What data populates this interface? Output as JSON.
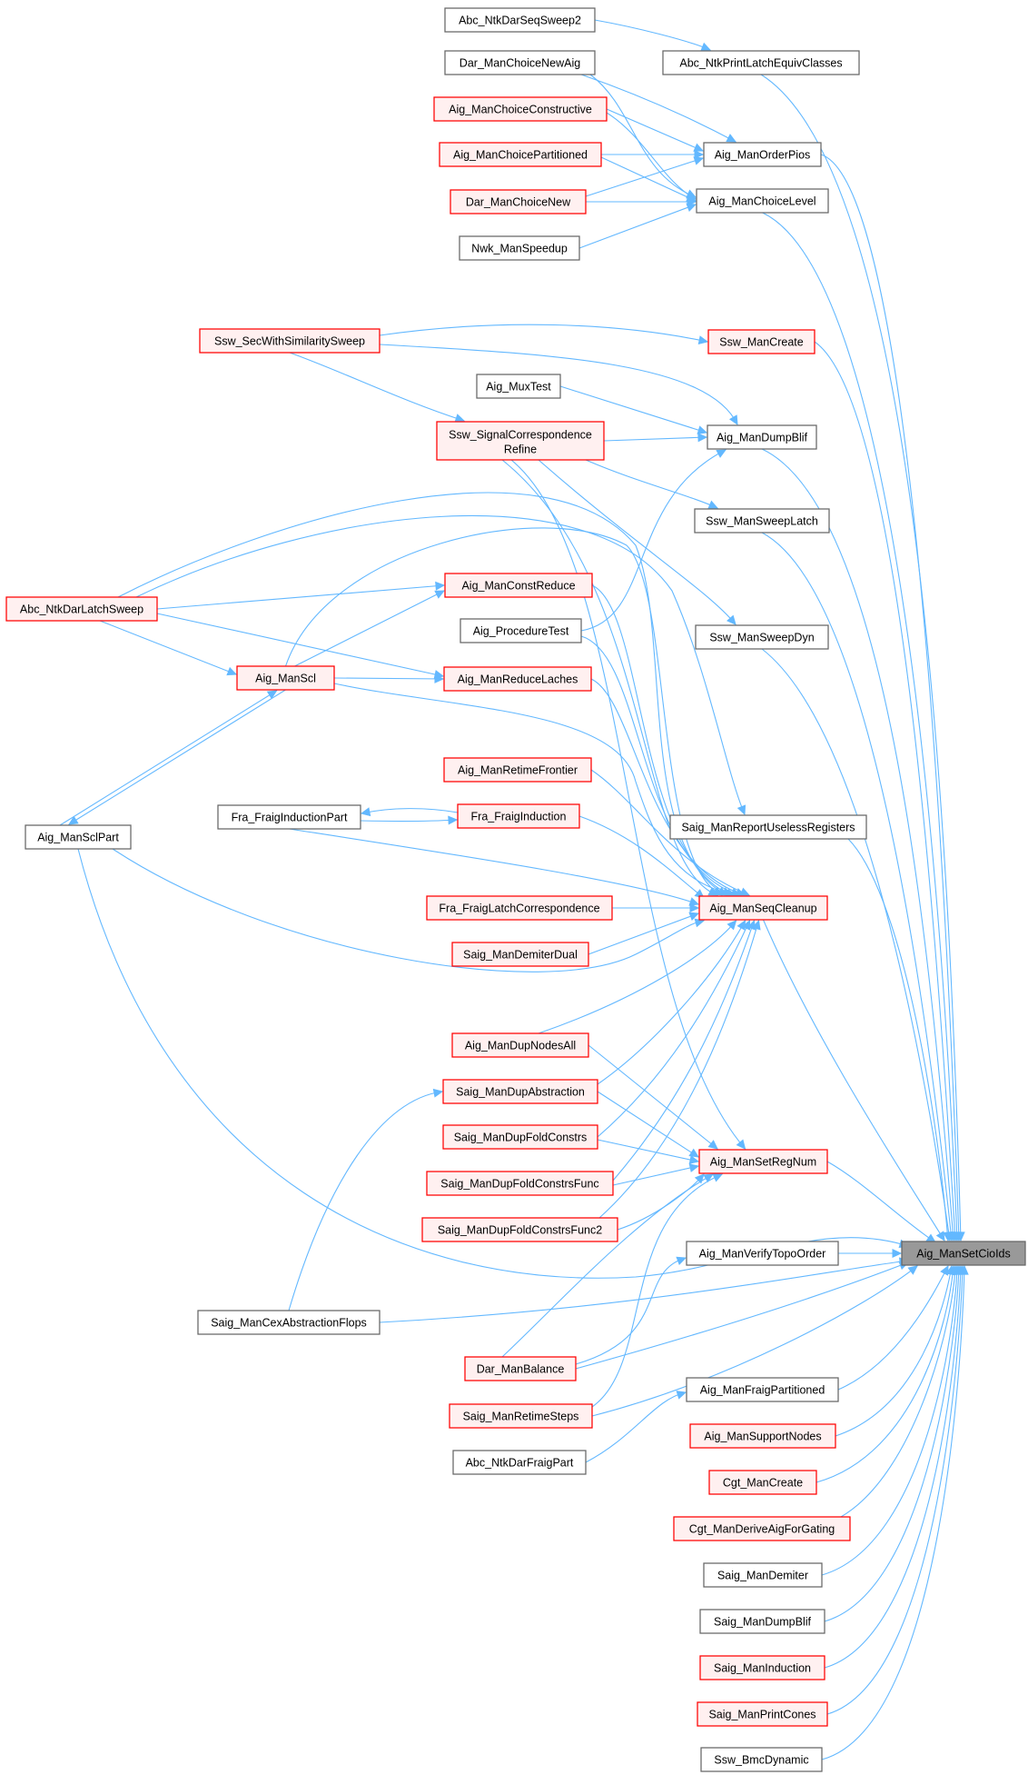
{
  "graph": {
    "kind": "caller-graph",
    "target": "Aig_ManSetCioIds",
    "colors": {
      "edge": "#63b8ff",
      "red_border": "#ff0000",
      "red_fill": "#fff0f0",
      "gray_border": "#666666",
      "white_fill": "#ffffff",
      "target_fill": "#999999"
    },
    "nodes": [
      {
        "id": "abc_ntkdarseqsweep2",
        "label": "Abc_NtkDarSeqSweep2",
        "style": "gray"
      },
      {
        "id": "abc_ntkprintlatchequivclasses",
        "label": "Abc_NtkPrintLatchEquivClasses",
        "style": "gray"
      },
      {
        "id": "dar_manchoicenewaig",
        "label": "Dar_ManChoiceNewAig",
        "style": "gray"
      },
      {
        "id": "aig_manchoiceconstructive",
        "label": "Aig_ManChoiceConstructive",
        "style": "red"
      },
      {
        "id": "aig_manchoicepartitioned",
        "label": "Aig_ManChoicePartitioned",
        "style": "red"
      },
      {
        "id": "dar_manchoicenew",
        "label": "Dar_ManChoiceNew",
        "style": "red"
      },
      {
        "id": "nwk_manspeedup",
        "label": "Nwk_ManSpeedup",
        "style": "gray"
      },
      {
        "id": "aig_manorderpios",
        "label": "Aig_ManOrderPios",
        "style": "gray"
      },
      {
        "id": "aig_manchoicelevel",
        "label": "Aig_ManChoiceLevel",
        "style": "gray"
      },
      {
        "id": "ssw_secwithsimilaritysweep",
        "label": "Ssw_SecWithSimilaritySweep",
        "style": "red"
      },
      {
        "id": "ssw_mancreate",
        "label": "Ssw_ManCreate",
        "style": "red"
      },
      {
        "id": "aig_muxtest",
        "label": "Aig_MuxTest",
        "style": "gray"
      },
      {
        "id": "ssw_signalcorrespondencerefine",
        "label": "Ssw_SignalCorrespondence",
        "label2": "Refine",
        "style": "red"
      },
      {
        "id": "aig_mandumpblif",
        "label": "Aig_ManDumpBlif",
        "style": "gray"
      },
      {
        "id": "ssw_mansweeplatch",
        "label": "Ssw_ManSweepLatch",
        "style": "gray"
      },
      {
        "id": "abc_ntkdarlatchsweep",
        "label": "Abc_NtkDarLatchSweep",
        "style": "red"
      },
      {
        "id": "aig_manconstreduce",
        "label": "Aig_ManConstReduce",
        "style": "red"
      },
      {
        "id": "aig_proceduretest",
        "label": "Aig_ProcedureTest",
        "style": "gray"
      },
      {
        "id": "ssw_mansweepdyn",
        "label": "Ssw_ManSweepDyn",
        "style": "gray"
      },
      {
        "id": "aig_manscl",
        "label": "Aig_ManScl",
        "style": "red"
      },
      {
        "id": "aig_manreducelaches",
        "label": "Aig_ManReduceLaches",
        "style": "red"
      },
      {
        "id": "aig_manretimefrontier",
        "label": "Aig_ManRetimeFrontier",
        "style": "red"
      },
      {
        "id": "fra_fraiginductionpart",
        "label": "Fra_FraigInductionPart",
        "style": "gray"
      },
      {
        "id": "fra_fraiginduction",
        "label": "Fra_FraigInduction",
        "style": "red"
      },
      {
        "id": "aig_mansclpart",
        "label": "Aig_ManSclPart",
        "style": "gray"
      },
      {
        "id": "saig_manreportuselessregisters",
        "label": "Saig_ManReportUselessRegisters",
        "style": "gray"
      },
      {
        "id": "fra_fraiglatchcorrespondence",
        "label": "Fra_FraigLatchCorrespondence",
        "style": "red"
      },
      {
        "id": "aig_manseqcleanup",
        "label": "Aig_ManSeqCleanup",
        "style": "red"
      },
      {
        "id": "saig_mandemiterdual",
        "label": "Saig_ManDemiterDual",
        "style": "red"
      },
      {
        "id": "aig_mandupnodesall",
        "label": "Aig_ManDupNodesAll",
        "style": "red"
      },
      {
        "id": "saig_mandupabstraction",
        "label": "Saig_ManDupAbstraction",
        "style": "red"
      },
      {
        "id": "saig_mandupfoldconstrs",
        "label": "Saig_ManDupFoldConstrs",
        "style": "red"
      },
      {
        "id": "aig_mansetregnum",
        "label": "Aig_ManSetRegNum",
        "style": "red"
      },
      {
        "id": "saig_mandupfoldconstrsfunc",
        "label": "Saig_ManDupFoldConstrsFunc",
        "style": "red"
      },
      {
        "id": "saig_mandupfoldconstrsfunc2",
        "label": "Saig_ManDupFoldConstrsFunc2",
        "style": "red"
      },
      {
        "id": "aig_manverifytopoorder",
        "label": "Aig_ManVerifyTopoOrder",
        "style": "gray"
      },
      {
        "id": "aig_mansetcioids",
        "label": "Aig_ManSetCioIds",
        "style": "target"
      },
      {
        "id": "saig_mancexabstractionflops",
        "label": "Saig_ManCexAbstractionFlops",
        "style": "gray"
      },
      {
        "id": "dar_manbalance",
        "label": "Dar_ManBalance",
        "style": "red"
      },
      {
        "id": "aig_manfraigpartitioned",
        "label": "Aig_ManFraigPartitioned",
        "style": "gray"
      },
      {
        "id": "saig_manretimesteps",
        "label": "Saig_ManRetimeSteps",
        "style": "red"
      },
      {
        "id": "aig_mansupportnodes",
        "label": "Aig_ManSupportNodes",
        "style": "red"
      },
      {
        "id": "abc_ntkdarfraigpart",
        "label": "Abc_NtkDarFraigPart",
        "style": "gray"
      },
      {
        "id": "cgt_mancreate",
        "label": "Cgt_ManCreate",
        "style": "red"
      },
      {
        "id": "cgt_manderiveaigforgating",
        "label": "Cgt_ManDeriveAigForGating",
        "style": "red"
      },
      {
        "id": "saig_mandemiter",
        "label": "Saig_ManDemiter",
        "style": "gray"
      },
      {
        "id": "saig_mandumpblif",
        "label": "Saig_ManDumpBlif",
        "style": "gray"
      },
      {
        "id": "saig_maninduction",
        "label": "Saig_ManInduction",
        "style": "red"
      },
      {
        "id": "saig_manprintcones",
        "label": "Saig_ManPrintCones",
        "style": "red"
      },
      {
        "id": "ssw_bmcdynamic",
        "label": "Ssw_BmcDynamic",
        "style": "gray"
      }
    ]
  }
}
